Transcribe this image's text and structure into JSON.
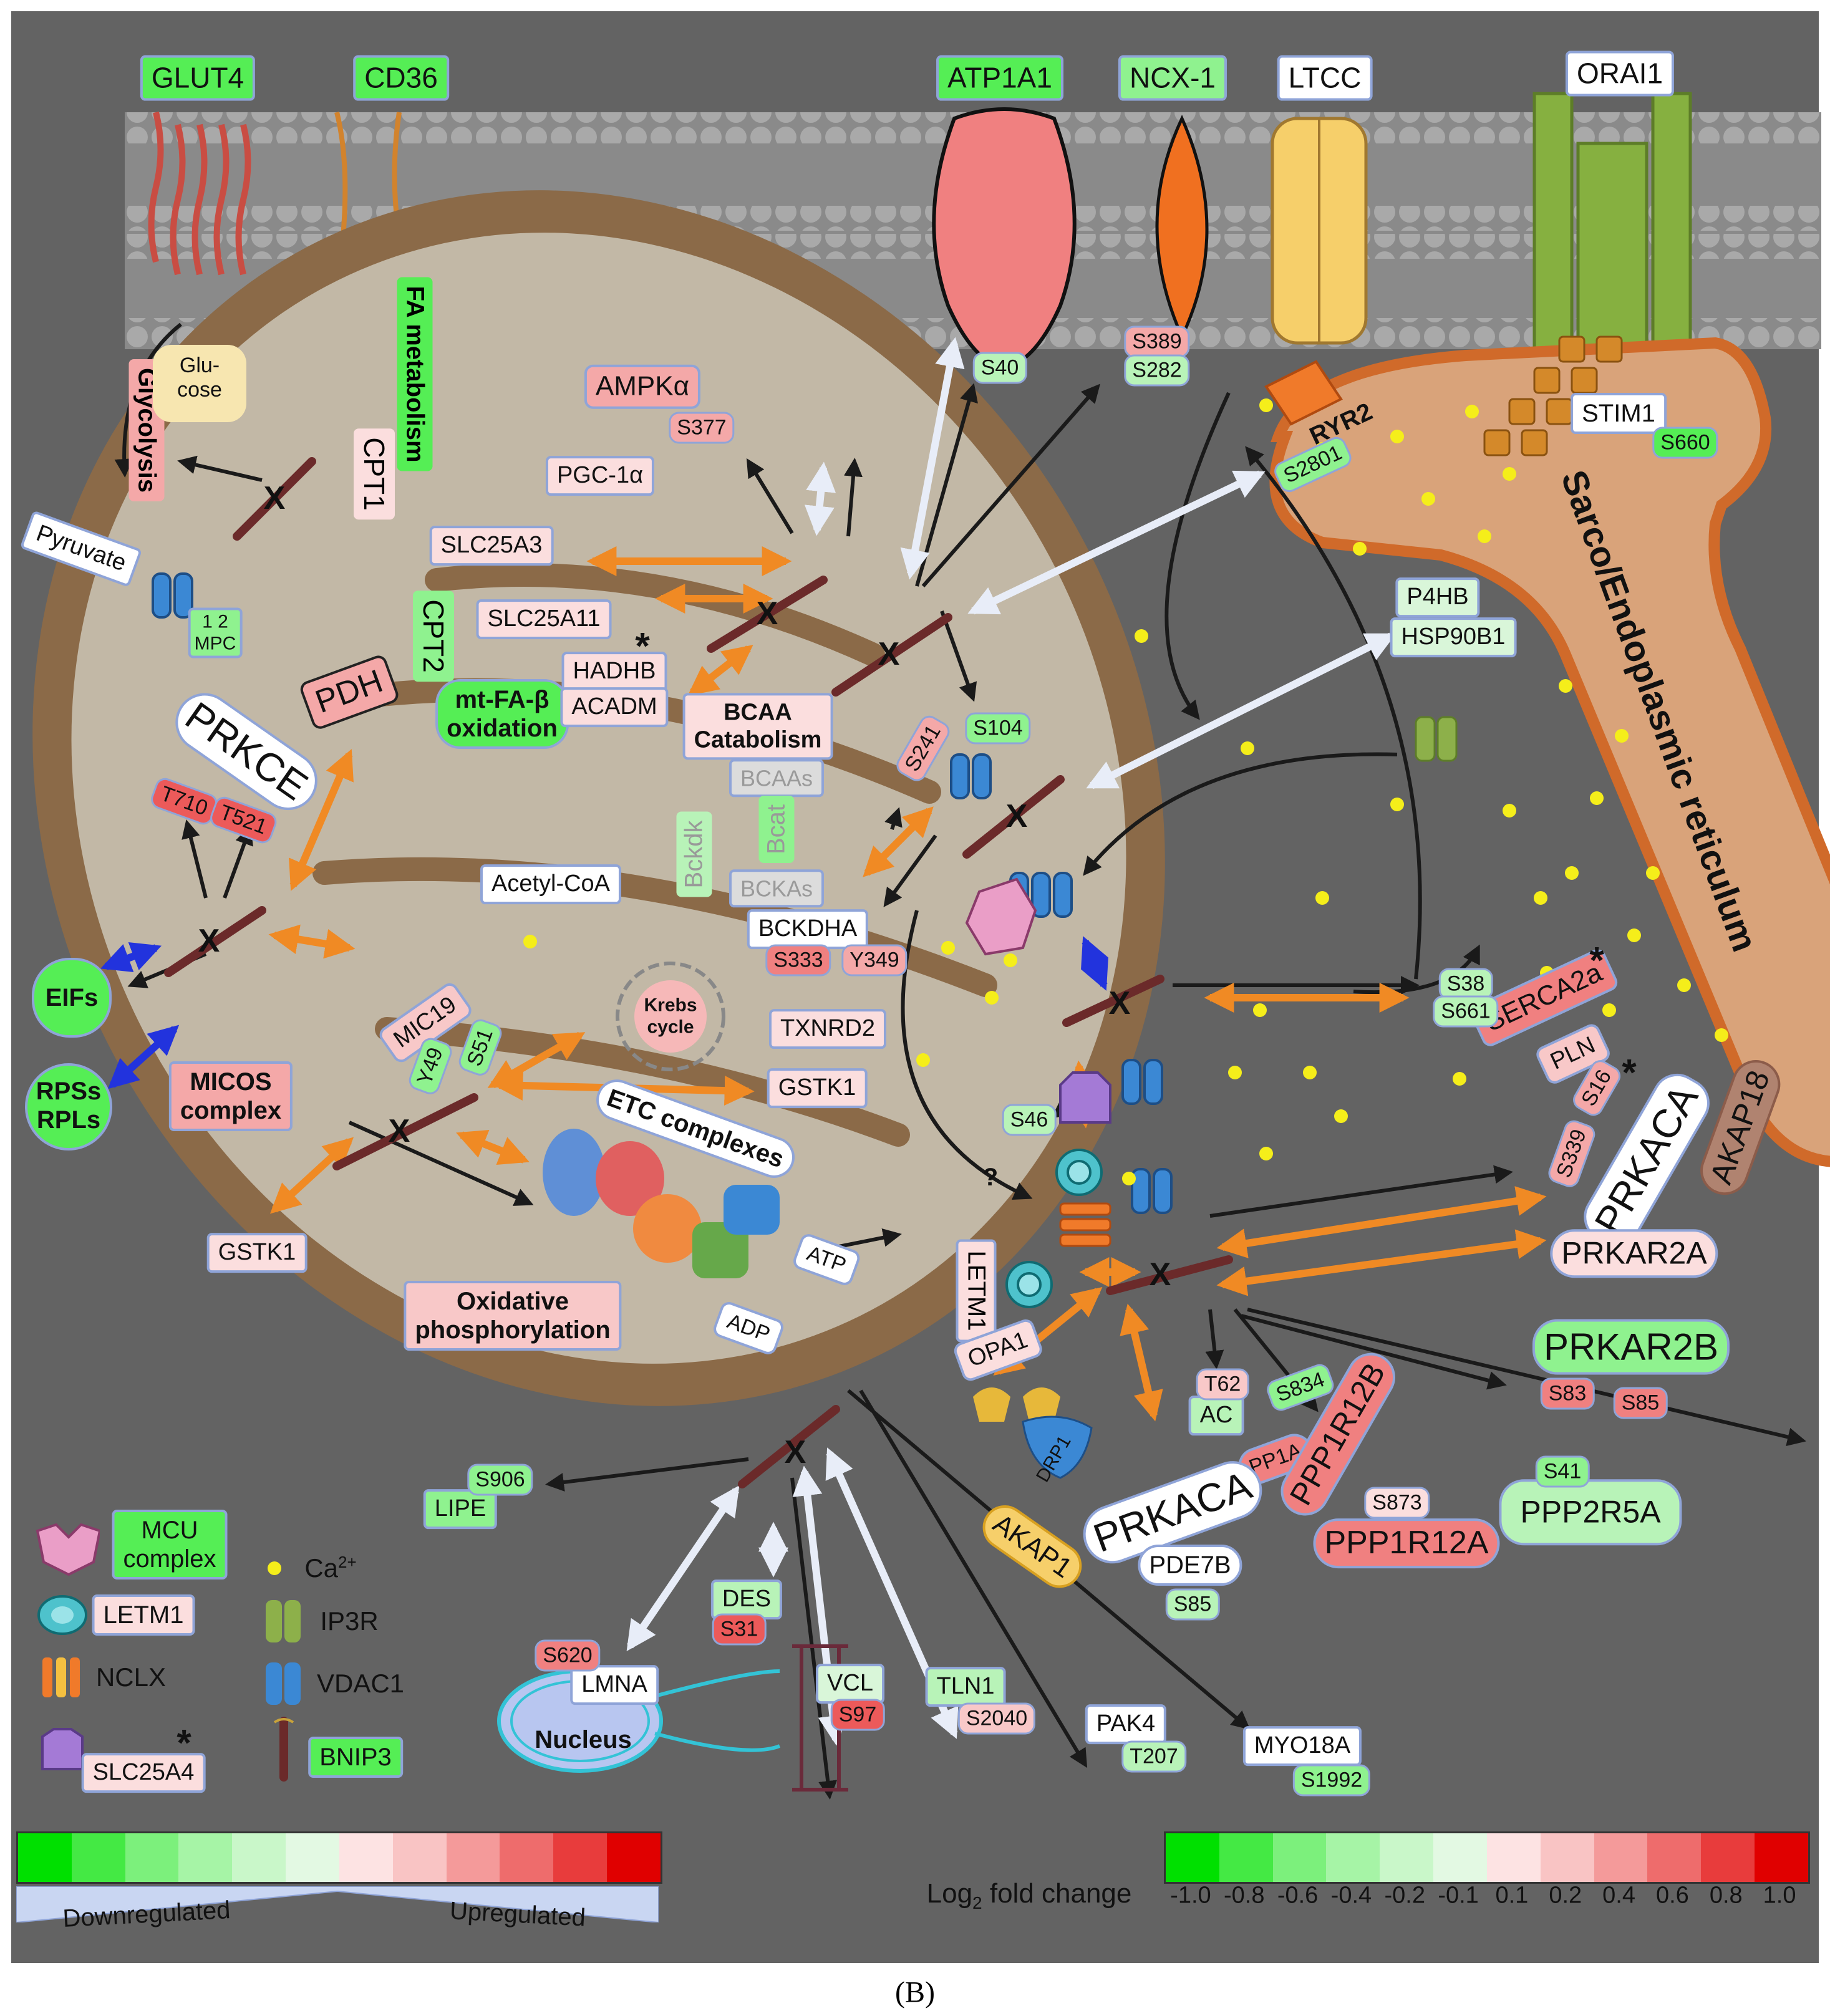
{
  "membrane": {
    "glut4": "GLUT4",
    "cd36": "CD36",
    "atp1a1": "ATP1A1",
    "ncx1": "NCX-1",
    "ltcc": "LTCC",
    "orai1": "ORAI1"
  },
  "pathways": {
    "glycolysis": "Glycolysis",
    "fa_metabolism": "FA metabolism",
    "glucose": "Glu-\ncose",
    "pyruvate": "Pyruvate",
    "mpc": "MPC",
    "mpc_1": "1",
    "mpc_2": "2",
    "cpt1": "CPT1",
    "cpt2": "CPT2",
    "pdh": "PDH",
    "mt_fa_beta": "mt-FA-β\noxidation",
    "acetyl_coa": "Acetyl-CoA",
    "bcaa_catabolism": "BCAA\nCatabolism",
    "bcaas": "BCAAs",
    "bckas": "BCKAs",
    "bckdk": "Bckdk",
    "bcat": "Bcat",
    "krebs": "Krebs\ncycle",
    "etc": "ETC complexes",
    "oxphos": "Oxidative\nphosphorylation",
    "atp": "ATP",
    "adp": "ADP",
    "micos": "MICOS\ncomplex",
    "eifs": "EIFs",
    "rps": "RPSs\nRPLs",
    "nucleus": "Nucleus",
    "sr": "Sarco/Endoplasmic reticulum",
    "question": "?"
  },
  "proteins": {
    "ampka": "AMPKα",
    "ampka_site": "S377",
    "pgc1a": "PGC-1α",
    "atp1a1_site": "S40",
    "ncx_s389": "S389",
    "ncx_s282": "S282",
    "ryr2": "RYR2",
    "ryr2_site": "S2801",
    "stim1": "STIM1",
    "stim1_site": "S660",
    "slc25a3": "SLC25A3",
    "slc25a11": "SLC25A11",
    "hadhb": "HADHB",
    "acadm": "ACADM",
    "p4hb": "P4HB",
    "hsp90b1": "HSP90B1",
    "prkce": "PRKCE",
    "prkce_t710": "T710",
    "prkce_t521": "T521",
    "vdac_s241": "S241",
    "vdac_s104": "S104",
    "bckdha": "BCKDHA",
    "bckdha_s333": "S333",
    "bckdha_y349": "Y349",
    "mic19": "MIC19",
    "mic19_y49": "Y49",
    "mic19_s51": "S51",
    "txnrd2": "TXNRD2",
    "gstk1_in": "GSTK1",
    "gstk1_out": "GSTK1",
    "serca2a": "SERCA2a",
    "serca_s38": "S38",
    "serca_s661": "S661",
    "pln": "PLN",
    "pln_s16": "S16",
    "slc25a4_site": "S46",
    "prkaca_top": "PRKACA",
    "prkaca_top_site": "S339",
    "akap18": "AKAP18",
    "prkar2a": "PRKAR2A",
    "letm1": "LETM1",
    "opa1": "OPA1",
    "prkar2b": "PRKAR2B",
    "prkar2b_s83": "S83",
    "prkar2b_s85": "S85",
    "ac": "AC",
    "ac_t62": "T62",
    "pp1a": "PP1A",
    "ppp1r12b": "PPP1R12B",
    "ppp1r12b_site": "S834",
    "ppp1r12a": "PPP1R12A",
    "ppp1r12a_site": "S873",
    "drp1": "DRP1",
    "prkaca_bot": "PRKACA",
    "akap1": "AKAP1",
    "pde7b": "PDE7B",
    "pde7b_site": "S85",
    "ppp2r5a": "PPP2R5A",
    "ppp2r5a_site": "S41",
    "lipe": "LIPE",
    "lipe_site": "S906",
    "des": "DES",
    "des_site": "S31",
    "lmna": "LMNA",
    "lmna_site": "S620",
    "vcl": "VCL",
    "vcl_site": "S97",
    "tln1": "TLN1",
    "tln1_site": "S2040",
    "pak4": "PAK4",
    "pak4_site": "T207",
    "myo18a": "MYO18A",
    "myo18a_site": "S1992"
  },
  "legend": {
    "mcu": "MCU\ncomplex",
    "letm1": "LETM1",
    "nclx": "NCLX",
    "slc25a4": "SLC25A4",
    "ca": "Ca",
    "ca_sup": "2+",
    "ip3r": "IP3R",
    "vdac1": "VDAC1",
    "bnip3": "BNIP3",
    "asterisk": "*",
    "bnip3_mark": "X"
  },
  "colorbars": {
    "left": [
      "#00e000",
      "#44e944",
      "#7cf07c",
      "#a6f4a6",
      "#c9f7c9",
      "#e3f9e3",
      "#fde3e3",
      "#f9c4c4",
      "#f49a9a",
      "#ee6c6c",
      "#e83c3c",
      "#e00000"
    ],
    "right": [
      "#00e000",
      "#44e944",
      "#7cf07c",
      "#a6f4a6",
      "#c9f7c9",
      "#e3f9e3",
      "#fde3e3",
      "#f9c4c4",
      "#f49a9a",
      "#ee6c6c",
      "#e83c3c",
      "#e00000"
    ],
    "down": "Downregulated",
    "up": "Upregulated",
    "axis_title": "Log",
    "axis_sub": "2",
    "axis_rest": " fold change",
    "ticks": [
      "-1.0",
      "-0.8",
      "-0.6",
      "-0.4",
      "-0.2",
      "-0.1",
      "0.1",
      "0.2",
      "0.4",
      "0.6",
      "0.8",
      "1.0"
    ]
  },
  "caption": "(B)",
  "colors": {
    "background": "#636363",
    "mito_outer": "#8b6a48",
    "mito_inner": "#c2b8a6",
    "sr": "#d9a37a",
    "arrow_orange": "#f08a24",
    "arrow_white": "#e8edf8",
    "arrow_blue": "#2233dd",
    "ca": "#f5ee1a"
  }
}
